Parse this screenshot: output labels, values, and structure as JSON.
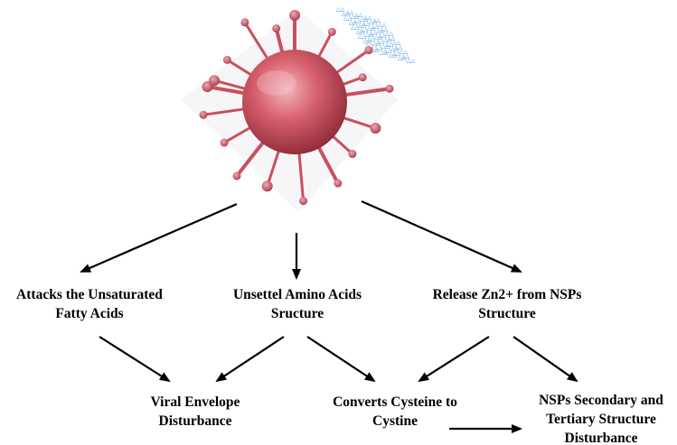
{
  "nodes": {
    "attacks": {
      "line1": "Attacks the Unsaturated",
      "line2": "Fatty Acids"
    },
    "unsettle": {
      "line1": "Unsettel Amino Acids",
      "line2": "Sructure"
    },
    "release": {
      "line1": "Release Zn2+ from NSPs",
      "line2": "Structure"
    },
    "viral": {
      "line1": "Viral Envelope",
      "line2": "Disturbance"
    },
    "converts": {
      "line1": "Converts Cysteine to",
      "line2": "Cystine"
    },
    "nsps": {
      "line1": "NSPs Secondary and",
      "line2": "Tertiary Structure",
      "line3": "Disturbance"
    }
  },
  "colors": {
    "virus_body": "#c9505e",
    "virus_dark": "#8e2b38",
    "virus_light": "#e59aa2",
    "ozone": "#3d8fd6",
    "arrow": "#000000"
  },
  "icons": {
    "virus": "coronavirus-icon",
    "ozone": "ozone-particles-icon"
  }
}
